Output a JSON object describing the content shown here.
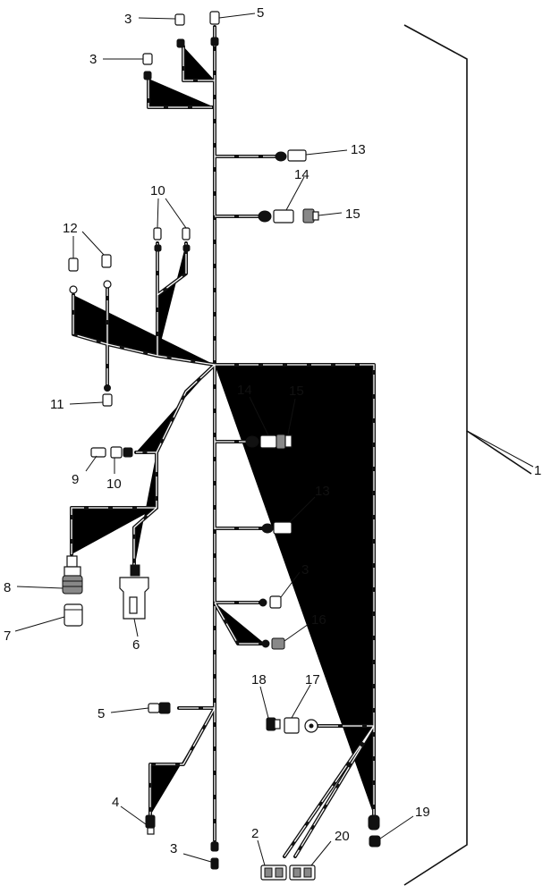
{
  "diagram": {
    "callouts": {
      "c1": "1",
      "c2": "2",
      "c3_top": "3",
      "c3_top2": "3",
      "c3_mid": "3",
      "c3_bottom": "3",
      "c4": "4",
      "c5_top": "5",
      "c5_bottom": "5",
      "c6": "6",
      "c7": "7",
      "c8": "8",
      "c9": "9",
      "c10_top": "10",
      "c10_bottom": "10",
      "c11": "11",
      "c12": "12",
      "c13_top": "13",
      "c13_bottom": "13",
      "c14_top": "14",
      "c14_bottom": "14",
      "c15_top": "15",
      "c15_bottom": "15",
      "c16": "16",
      "c17": "17",
      "c18": "18",
      "c19": "19",
      "c20": "20"
    }
  }
}
